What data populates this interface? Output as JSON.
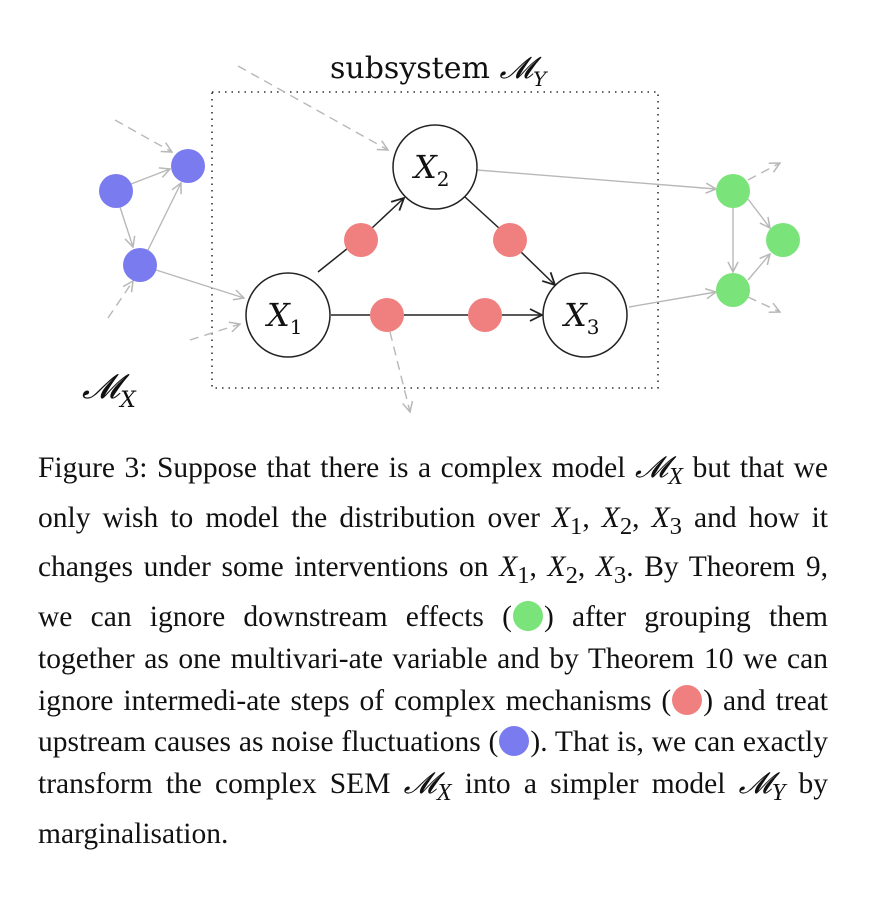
{
  "figure": {
    "subsystem_label_prefix": "subsystem ",
    "subsystem_label_script": "𝓜",
    "subsystem_label_sub": "Y",
    "model_label_script": "𝓜",
    "model_label_sub": "X",
    "nodes": [
      {
        "id": "x1",
        "letter": "X",
        "sub": "1"
      },
      {
        "id": "x2",
        "letter": "X",
        "sub": "2"
      },
      {
        "id": "x3",
        "letter": "X",
        "sub": "3"
      }
    ],
    "colors": {
      "upstream": "#7b7bf0",
      "intermediate": "#f08080",
      "downstream": "#7ae37a",
      "edge": "#b8b8b8",
      "main_edge": "#222222"
    }
  },
  "caption": {
    "t1": "Figure 3:  Suppose that there is a complex model ",
    "m1": "𝓜",
    "m1_sub": "X",
    "t2": " but that we only wish to model the distribution over ",
    "x": "X",
    "s1": "1",
    "s2": "2",
    "s3": "3",
    "comma": ", ",
    "t3": " and how it changes under some interventions on ",
    "t4": ". By Theorem 9, we can ignore downstream effects (",
    "t5": ") after grouping them together as one multivari-ate variable and by Theorem 10 we can ignore intermedi-ate steps of complex mechanisms (",
    "t6": ") and treat upstream causes as noise fluctuations (",
    "t7": "). That is, we can exactly transform the complex SEM ",
    "t8": " into a simpler model ",
    "t9": " by marginalisation.",
    "m2_sub": "X",
    "m3_sub": "Y"
  }
}
